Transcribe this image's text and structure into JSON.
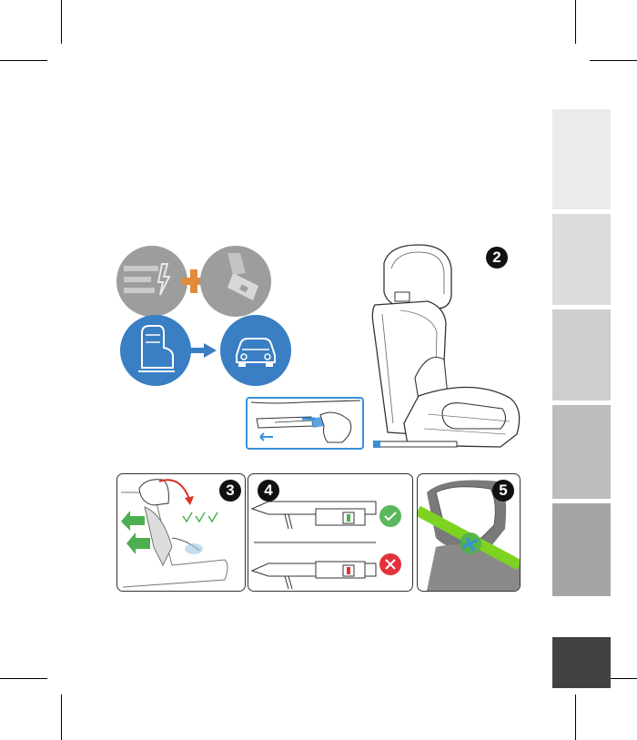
{
  "colors": {
    "tab1": "#ebebec",
    "tab2": "#dddddd",
    "tab3": "#cececf",
    "tab4": "#bdbdbe",
    "tab5": "#a5a5a6",
    "page_tab": "#414244",
    "accent_blue": "#3a7ec3",
    "accent_orange": "#e08a3a",
    "accent_green": "#4caf50",
    "ok_green": "#5cb85c",
    "error_red": "#e2333d",
    "rotate_red": "#d9352d",
    "belt_green": "#7ed321"
  },
  "steps": {
    "step2": "2",
    "step3": "3",
    "step4": "4",
    "step5": "5"
  },
  "icons": {
    "isofix_belt": "isofix-plus-belt-icon",
    "seat_to_car": "seat-to-car-icon",
    "check": "check-icon",
    "cross": "cross-icon"
  }
}
